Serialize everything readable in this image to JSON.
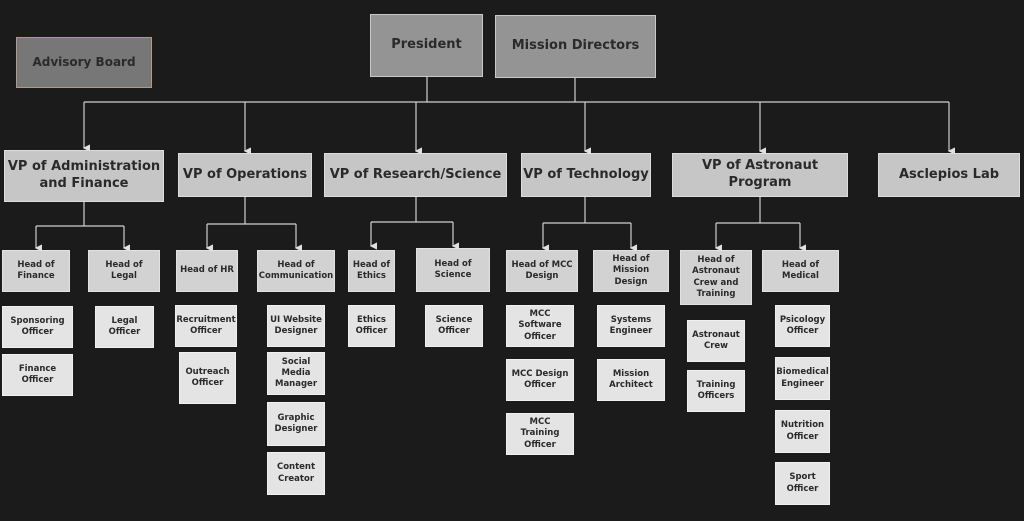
{
  "top": {
    "president": "President",
    "mission_directors": "Mission Directors",
    "advisory_board": "Advisory Board"
  },
  "vps": [
    "VP of Administration and Finance",
    "VP of Operations",
    "VP of Research/Science",
    "VP of Technology",
    "VP of Astronaut Program",
    "Asclepios Lab"
  ],
  "heads": [
    "Head of Finance",
    "Head of Legal",
    "Head of HR",
    "Head of Communication",
    "Head of Ethics",
    "Head of Science",
    "Head of MCC Design",
    "Head of Mission Design",
    "Head of Astronaut Crew and Training",
    "Head of Medical"
  ],
  "officers": [
    "Sponsoring Officer",
    "Finance Officer",
    "Legal Officer",
    "Recruitment Officer",
    "Outreach Officer",
    "UI Website Designer",
    "Social Media Manager",
    "Graphic Designer",
    "Content Creator",
    "Ethics Officer",
    "Science Officer",
    "MCC Software Officer",
    "MCC Design Officer",
    "MCC Training Officer",
    "Systems Engineer",
    "Mission Architect",
    "Astronaut Crew",
    "Training Officers",
    "Psicology Officer",
    "Biomedical Engineer",
    "Nutrition Officer",
    "Sport Officer"
  ],
  "colors": {
    "background": "#1b1b1b",
    "line": "#cfcfcf"
  }
}
